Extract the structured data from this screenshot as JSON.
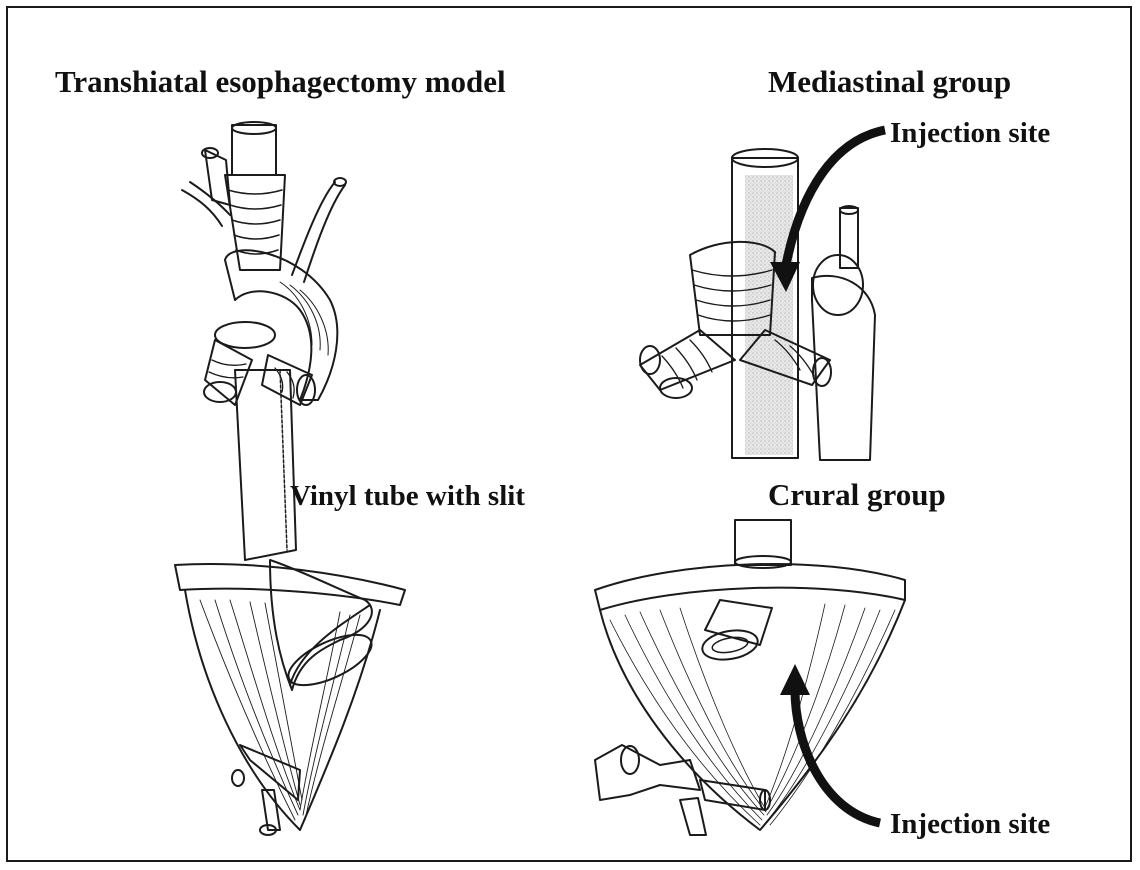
{
  "labels": {
    "model_title": "Transhiatal esophagectomy model",
    "mediastinal_title": "Mediastinal group",
    "crural_title": "Crural group",
    "tube_label": "Vinyl tube with slit",
    "injection_top": "Injection site",
    "injection_bottom": "Injection site"
  },
  "colors": {
    "ink": "#1b1b1b",
    "tube_shade": "#8a8a8a",
    "tube_light": "#cfcfcf",
    "background": "#ffffff"
  }
}
